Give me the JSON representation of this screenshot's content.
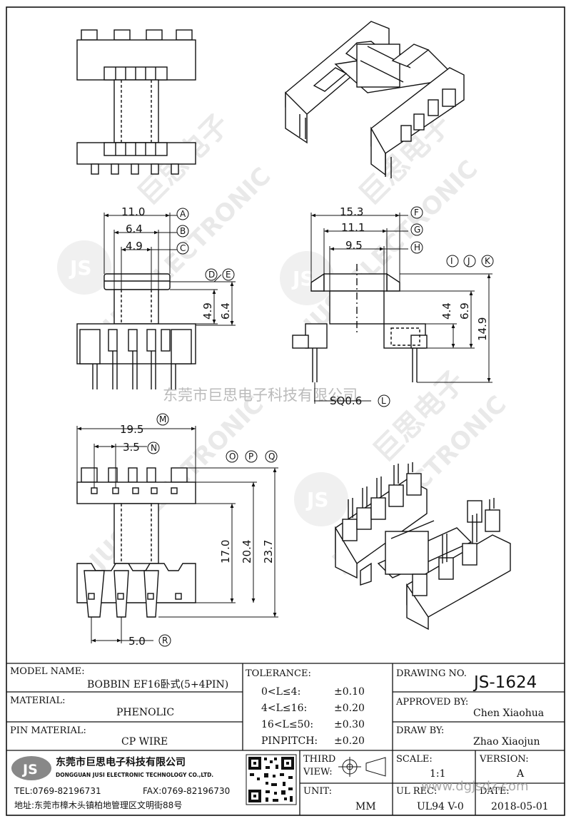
{
  "views": {
    "front": {
      "dims": {
        "width_a": "11.0",
        "width_b": "6.4",
        "width_c": "4.9",
        "height_d": "4.9",
        "height_e": "6.4"
      },
      "markers": {
        "a": "A",
        "b": "B",
        "c": "C",
        "d": "D",
        "e": "E"
      }
    },
    "side": {
      "dims": {
        "width_f": "15.3",
        "width_g": "11.1",
        "width_h": "9.5",
        "h1": "4.4",
        "h2": "6.9",
        "h3": "14.9",
        "pin": "SQ0.6"
      },
      "markers": {
        "f": "F",
        "g": "G",
        "h": "H",
        "i": "I",
        "j": "J",
        "k": "K",
        "l": "L"
      }
    },
    "bottom": {
      "dims": {
        "width_m": "19.5",
        "pitch_n": "3.5",
        "h_o": "17.0",
        "h_p": "20.4",
        "h_q": "23.7",
        "r": "5.0"
      },
      "markers": {
        "m": "M",
        "n": "N",
        "o": "O",
        "p": "P",
        "q": "Q",
        "r": "R"
      }
    }
  },
  "watermark": {
    "company_line": "东莞市巨思电子科技有限公司",
    "logo": "JS",
    "brand_en": "JUSI ELECTRONIC",
    "brand_cn": "巨思电子"
  },
  "title_block": {
    "model_name_label": "MODEL NAME:",
    "model_name_value": "BOBBIN EF16卧式(5+4PIN)",
    "material_label": "MATERIAL:",
    "material_value": "PHENOLIC",
    "pin_material_label": "PIN MATERIAL:",
    "pin_material_value": "CP WIRE",
    "tolerance_label": "TOLERANCE:",
    "tolerance_rows": [
      {
        "range": "0<L≤4:",
        "value": "±0.10"
      },
      {
        "range": "4<L≤16:",
        "value": "±0.20"
      },
      {
        "range": "16<L≤50:",
        "value": "±0.30"
      },
      {
        "range": "PINPITCH:",
        "value": "±0.20"
      }
    ],
    "drawing_no_label": "DRAWING NO.",
    "drawing_no_value": "JS-1624",
    "approved_by_label": "APPROVED BY:",
    "approved_by_value": "Chen Xiaohua",
    "draw_by_label": "DRAW BY:",
    "draw_by_value": "Zhao Xiaojun",
    "third_view_label_1": "THIRD",
    "third_view_label_2": "VIEW:",
    "unit_label": "UNIT:",
    "unit_value": "MM",
    "scale_label": "SCALE:",
    "scale_value": "1:1",
    "version_label": "VERSION:",
    "version_value": "A",
    "ul_rec_label": "UL REC:",
    "ul_rec_value": "UL94 V-0",
    "date_label": "DATE:",
    "date_value": "2018-05-01",
    "company_cn": "东莞市巨思电子科技有限公司",
    "company_en": "DONGGUAN JUSI ELECTRONIC TECHNOLOGY CO.,LTD.",
    "tel": "TEL:0769-82196731",
    "fax": "FAX:0769-82196730",
    "address": "地址:东莞市樟木头镇柏地管理区文明街88号",
    "site_watermark": "www.dgjsdz.com"
  }
}
